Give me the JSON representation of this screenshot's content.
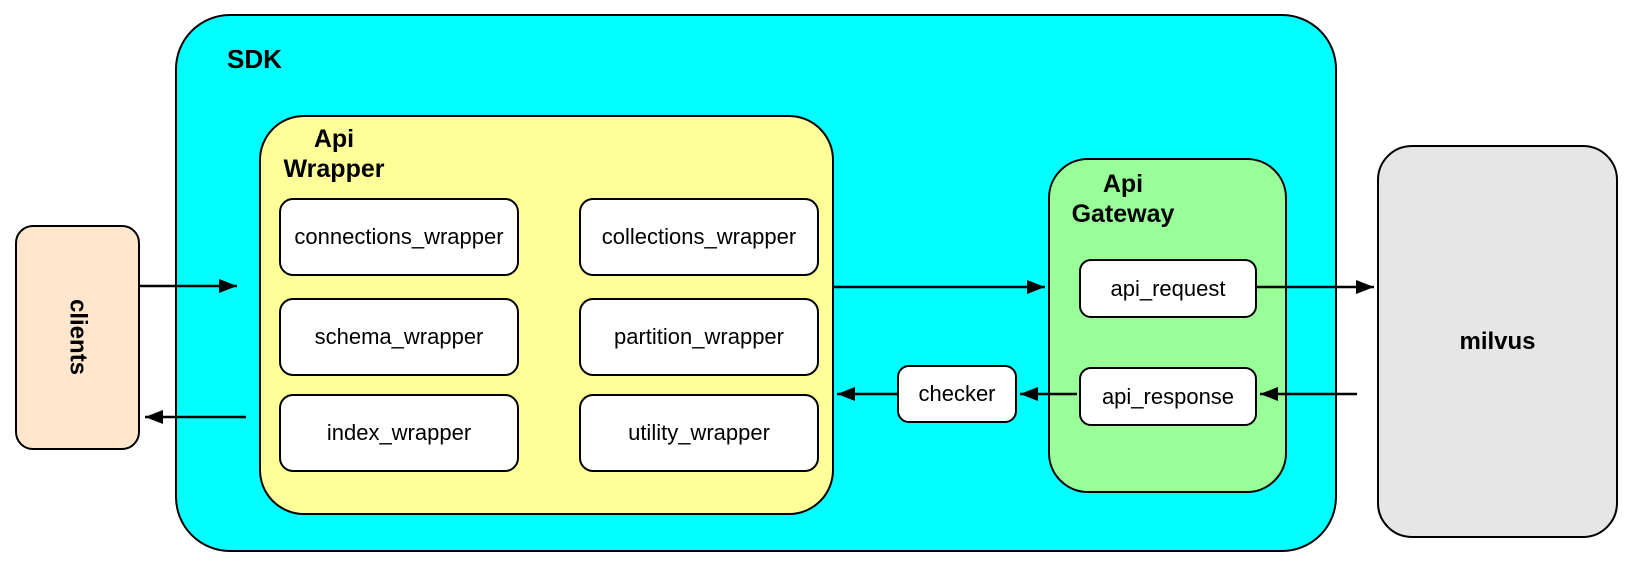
{
  "diagram": {
    "clients": {
      "label": "clients"
    },
    "sdk": {
      "label": "SDK"
    },
    "api_wrapper": {
      "label": "Api\nWrapper",
      "boxes": [
        "connections_wrapper",
        "collections_wrapper",
        "schema_wrapper",
        "partition_wrapper",
        "index_wrapper",
        "utility_wrapper"
      ]
    },
    "api_gateway": {
      "label": "Api\nGateway",
      "request": "api_request",
      "response": "api_response"
    },
    "checker": {
      "label": "checker"
    },
    "milvus": {
      "label": "milvus"
    },
    "colors": {
      "sdk_fill": "#00ffff",
      "api_wrapper_fill": "#ffff99",
      "api_gateway_fill": "#99ff99",
      "clients_fill": "#ffe6cc",
      "milvus_fill": "#e6e6e6",
      "leaf_fill": "#ffffff",
      "stroke": "#000000"
    }
  }
}
